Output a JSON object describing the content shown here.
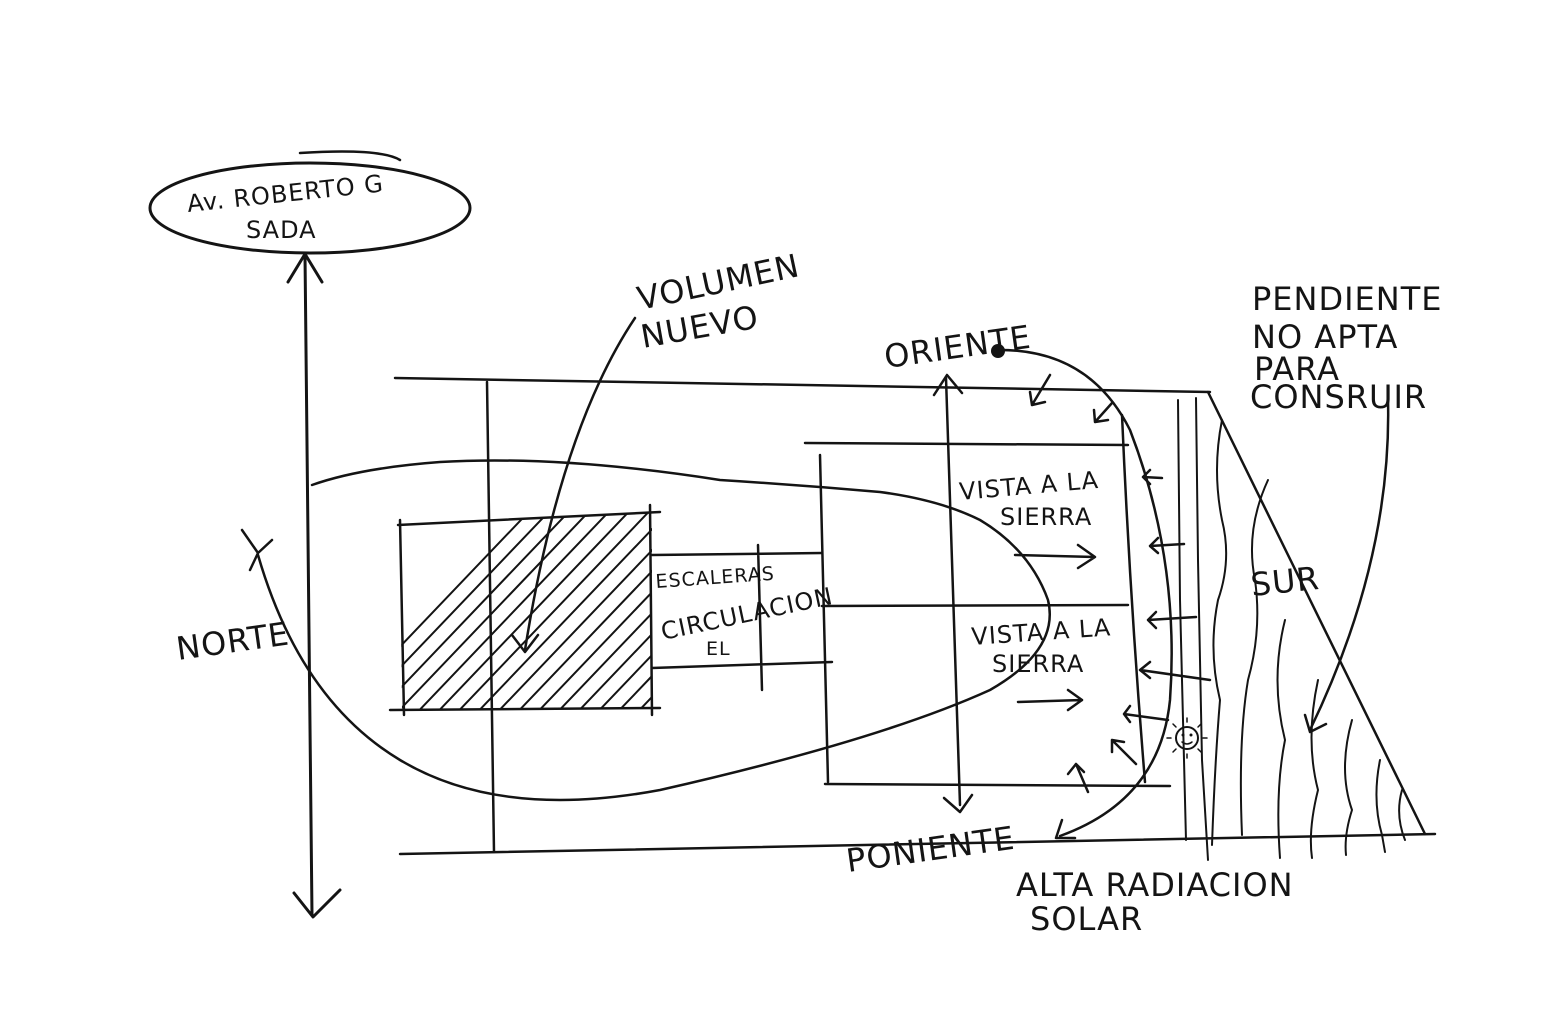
{
  "labels": {
    "street_line1": "Av. ROBERTO G",
    "street_line2": "SADA",
    "volume_line1": "VOLUMEN",
    "volume_line2": "NUEVO",
    "east": "ORIENTE",
    "slope_line1": "PENDIENTE",
    "slope_line2": "NO APTA",
    "slope_line3": "PARA",
    "slope_line4": "CONSRUIR",
    "north": "NORTE",
    "stairs": "ESCALERAS",
    "circulation": "CIRCULACION",
    "elevator": "EL",
    "view1_line1": "VISTA A LA",
    "view1_line2": "SIERRA",
    "view2_line1": "VISTA A LA",
    "view2_line2": "SIERRA",
    "south": "SUR",
    "west": "PONIENTE",
    "solar_line1": "ALTA RADIACION",
    "solar_line2": "SOLAR"
  },
  "colors": {
    "ink": "#141414",
    "paper": "#ffffff"
  }
}
